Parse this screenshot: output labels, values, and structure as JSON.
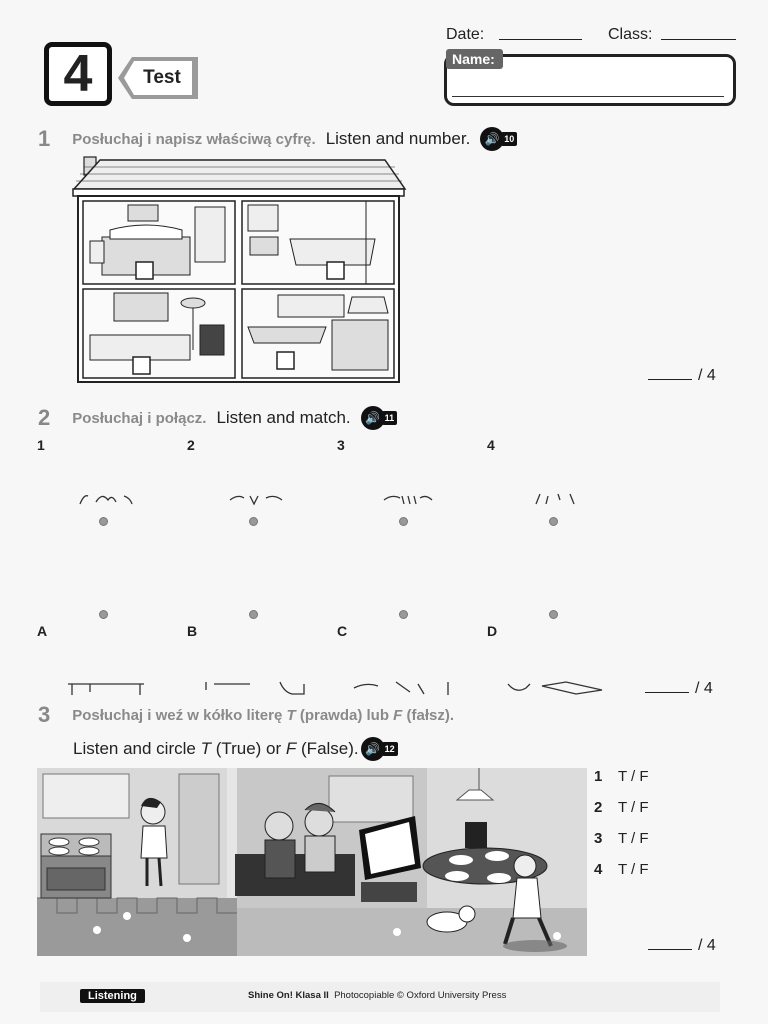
{
  "header": {
    "unit_number": "4",
    "test_label": "Test",
    "date_label": "Date:",
    "class_label": "Class:",
    "name_label": "Name:"
  },
  "exercises": [
    {
      "number": "1",
      "instruction_pl": "Posłuchaj i napisz właściwą cyfrę.",
      "instruction_en": "Listen and number.",
      "track": "10",
      "score": "/ 4"
    },
    {
      "number": "2",
      "instruction_pl": "Posłuchaj i połącz.",
      "instruction_en": "Listen and match.",
      "track": "11",
      "score": "/ 4",
      "top_labels": [
        "1",
        "2",
        "3",
        "4"
      ],
      "bottom_labels": [
        "A",
        "B",
        "C",
        "D"
      ]
    },
    {
      "number": "3",
      "instruction_pl_1": "Posłuchaj i weź w kółko literę ",
      "instruction_pl_t": "T",
      "instruction_pl_2": " (prawda) lub ",
      "instruction_pl_f": "F",
      "instruction_pl_3": " (fałsz).",
      "instruction_en_1": "Listen and circle ",
      "instruction_en_t": "T",
      "instruction_en_2": " (True) or ",
      "instruction_en_f": "F",
      "instruction_en_3": " (False).",
      "track": "12",
      "score": "/ 4",
      "answers": [
        {
          "num": "1",
          "choice": "T / F"
        },
        {
          "num": "2",
          "choice": "T / F"
        },
        {
          "num": "3",
          "choice": "T / F"
        },
        {
          "num": "4",
          "choice": "T / F"
        }
      ]
    }
  ],
  "footer": {
    "tag": "Listening",
    "title": "Shine On! Klasa II",
    "rest": "Photocopiable © Oxford University Press"
  }
}
